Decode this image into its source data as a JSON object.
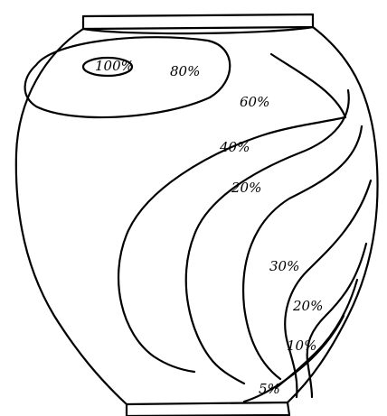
{
  "diagram": {
    "labels": [
      {
        "id": "pct-100",
        "text": "100%"
      },
      {
        "id": "pct-80",
        "text": "80%"
      },
      {
        "id": "pct-60",
        "text": "60%"
      },
      {
        "id": "pct-40",
        "text": "40%"
      },
      {
        "id": "pct-20-upper",
        "text": "20%"
      },
      {
        "id": "pct-30",
        "text": "30%"
      },
      {
        "id": "pct-20-lower",
        "text": "20%"
      },
      {
        "id": "pct-10",
        "text": "10%"
      },
      {
        "id": "pct-5",
        "text": "5%"
      }
    ]
  }
}
